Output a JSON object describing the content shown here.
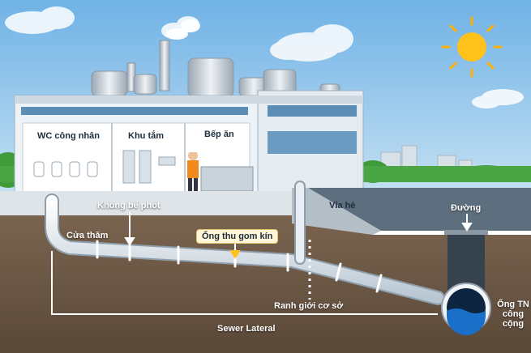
{
  "labels": {
    "wc": "WC công nhân",
    "bath": "Khu tắm",
    "kitchen": "Bếp ăn",
    "no_septic": "Không bể phốt",
    "manhole": "Cửa thăm",
    "sealed_pipe": "Ống thu gom kín",
    "sidewalk": "Vỉa hè",
    "road": "Đường",
    "boundary": "Ranh giới cơ sở",
    "public_pipe_line1": "Ống TN",
    "public_pipe_line2": "công",
    "public_pipe_line3": "cộng",
    "sewer_lateral": "Sewer Lateral"
  },
  "colors": {
    "sky": "#8cc3ea",
    "ground": "#6b5744",
    "pipe": "#dfe7ee",
    "sun": "#ffc21a",
    "water": "#1a6fc9"
  }
}
